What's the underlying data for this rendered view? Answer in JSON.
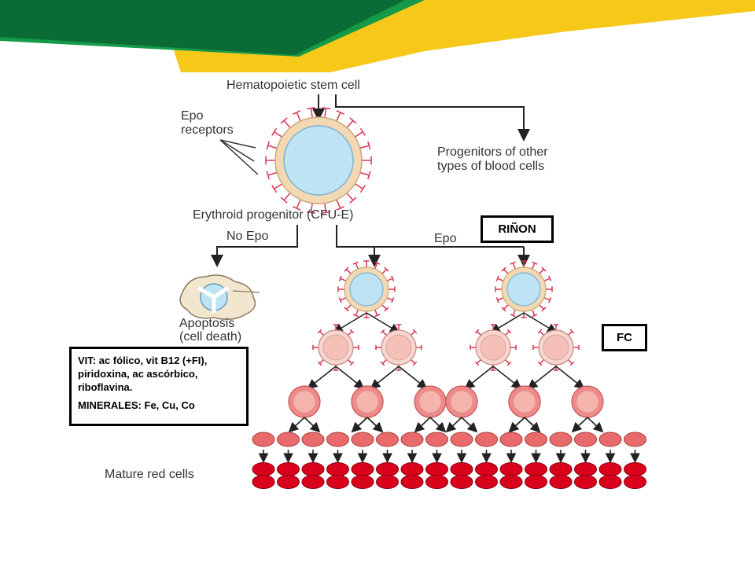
{
  "diagram": {
    "stem_cell_label": "Hematopoietic stem cell",
    "epo_receptors_label": [
      "Epo",
      "receptors"
    ],
    "other_progenitors_label": [
      "Progenitors of other",
      "types of blood cells"
    ],
    "erythroid_label": "Erythroid progenitor (CFU-E)",
    "no_epo_label": "No Epo",
    "epo_label": "Epo",
    "apoptosis_label": [
      "Apoptosis",
      "(cell death)"
    ],
    "mature_label": "Mature red cells"
  },
  "boxes": {
    "rinon": "RIÑON",
    "fc": "FC",
    "vitamins": "VIT: ac fólico, vit B12 (+FI), piridoxina, ac ascórbico, riboflavina.",
    "minerals": "MINERALES: Fe, Cu, Co"
  },
  "colors": {
    "banner_dark_green": "#0b6b35",
    "banner_green": "#159a48",
    "banner_yellow": "#f6c81a",
    "cell_outer": "#f2d9b3",
    "cell_nucleus": "#bde3f5",
    "receptor": "#d9354f",
    "mid_cell": "#f5c7c0",
    "late_cell": "#f08a8a",
    "mature_cell": "#d9001c"
  }
}
